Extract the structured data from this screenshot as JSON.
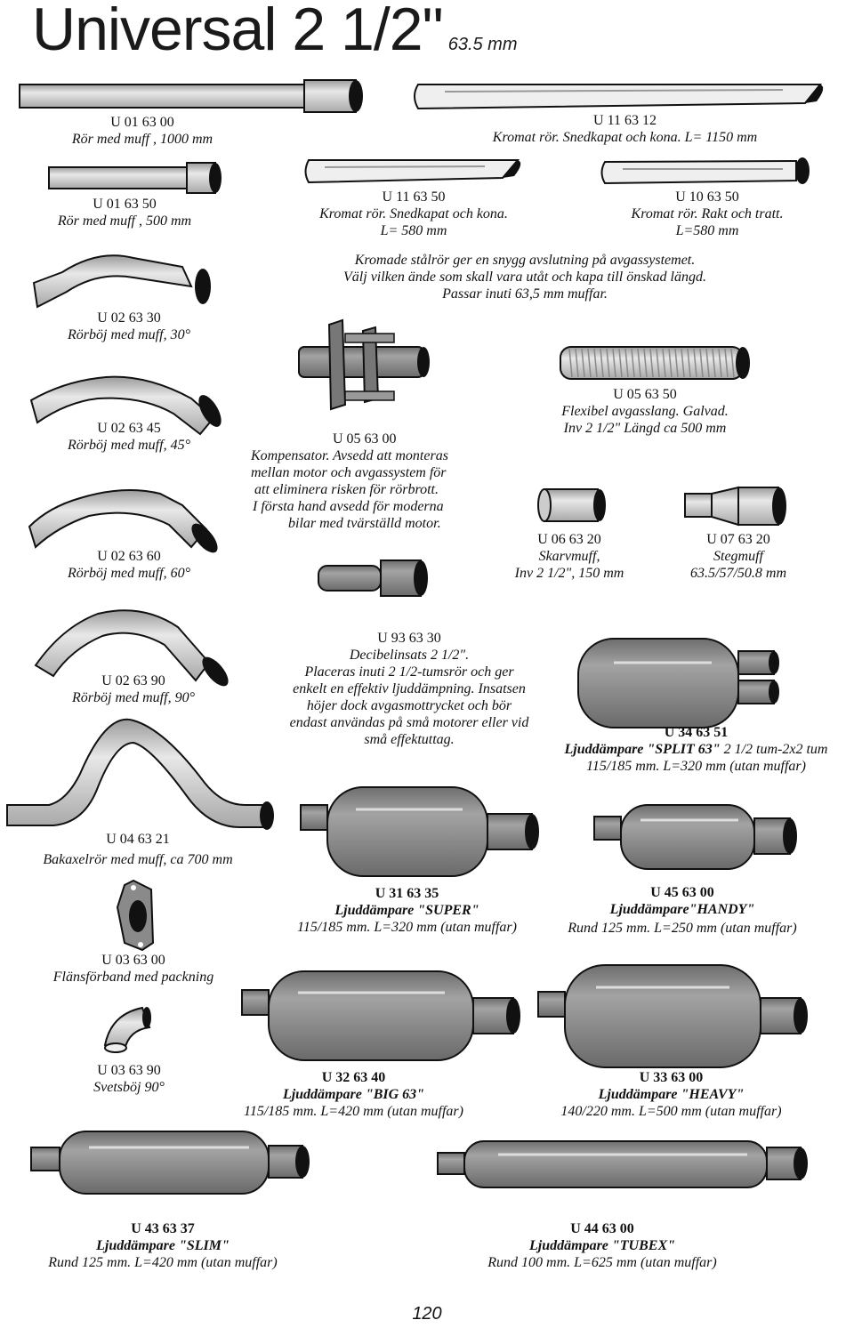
{
  "page": {
    "title": "Universal 2 1/2\"",
    "title_sub": "63.5 mm",
    "page_number": "120"
  },
  "products": {
    "u016300": {
      "code": "U 01 63 00",
      "name": "Rör med muff , 1000 mm"
    },
    "u116312": {
      "code": "U 11 63 12",
      "name": "Kromat rör. Snedkapat och kona.  L= 1150 mm"
    },
    "u016350": {
      "code": "U 01 63 50",
      "name": "Rör med muff , 500 mm"
    },
    "u116350": {
      "code": "U 11 63 50",
      "name": "Kromat rör. Snedkapat och kona.",
      "detail": "L= 580 mm"
    },
    "u106350": {
      "code": "U 10 63 50",
      "name": "Kromat rör. Rakt och tratt.",
      "detail": "L=580 mm"
    },
    "chrome_note": {
      "line1": "Kromade stålrör ger en snygg avslutning på avgassystemet.",
      "line2": "Välj vilken ände som skall vara utåt och kapa till önskad längd.",
      "line3": "Passar inuti 63,5 mm muffar."
    },
    "u026330": {
      "code": "U 02 63 30",
      "name": "Rörböj med muff, 30°"
    },
    "u026345": {
      "code": "U 02 63 45",
      "name": "Rörböj med muff, 45°"
    },
    "u056300": {
      "code": "U 05 63 00",
      "l1": "Kompensator. Avsedd att monteras",
      "l2": "mellan motor och avgassystem för",
      "l3": "att eliminera risken för rörbrott.",
      "l4": "I första hand avsedd för moderna",
      "l5": "bilar med tvärställd motor."
    },
    "u056350": {
      "code": "U 05 63 50",
      "name": "Flexibel avgasslang. Galvad.",
      "detail": "Inv 2 1/2\"  Längd ca 500 mm"
    },
    "u026360": {
      "code": "U 02 63 60",
      "name": "Rörböj med muff, 60°"
    },
    "u066320": {
      "code": "U 06 63 20",
      "name": "Skarvmuff,",
      "detail": "Inv 2 1/2\", 150 mm"
    },
    "u076320": {
      "code": "U 07 63 20",
      "name": "Stegmuff",
      "detail": "63.5/57/50.8 mm"
    },
    "u026390": {
      "code": "U 02 63 90",
      "name": "Rörböj med muff, 90°"
    },
    "u936330": {
      "code": "U 93 63 30",
      "l1": "Decibelinsats 2 1/2\".",
      "l2": "Placeras inuti 2 1/2-tumsrör och ger",
      "l3": "enkelt en effektiv ljuddämpning. Insatsen",
      "l4": "höjer dock avgasmottrycket och bör",
      "l5": "endast användas på små motorer eller vid",
      "l6": "små effektuttag."
    },
    "u346351": {
      "code": "U 34 63 51",
      "name": "Ljuddämpare \"SPLIT 63\"",
      "name_tail": " 2 1/2 tum-2x2 tum",
      "detail": "115/185 mm. L=320 mm (utan muffar)"
    },
    "u046321": {
      "code": "U 04 63 21",
      "name": "Bakaxelrör med muff, ca 700 mm"
    },
    "u316335": {
      "code": "U 31 63 35",
      "name": "Ljuddämpare \"SUPER\"",
      "detail": "115/185 mm. L=320 mm (utan muffar)"
    },
    "u456300": {
      "code": "U 45 63 00",
      "name": "Ljuddämpare\"HANDY\"",
      "detail": "Rund 125 mm. L=250 mm (utan muffar)"
    },
    "u036300": {
      "code": "U 03 63 00",
      "name": "Flänsförband med packning"
    },
    "u036390": {
      "code": "U 03 63 90",
      "name": "Svetsböj 90°"
    },
    "u326340": {
      "code": "U 32 63 40",
      "name": "Ljuddämpare \"BIG 63\"",
      "detail": "115/185 mm. L=420 mm (utan muffar)"
    },
    "u336300": {
      "code": "U 33 63 00",
      "name": "Ljuddämpare \"HEAVY\"",
      "detail": "140/220 mm. L=500 mm (utan muffar)"
    },
    "u436337": {
      "code": "U 43 63 37",
      "name": "Ljuddämpare \"SLIM\"",
      "detail": "Rund 125 mm. L=420 mm (utan muffar)"
    },
    "u446300": {
      "code": "U 44 63 00",
      "name": "Ljuddämpare \"TUBEX\"",
      "detail": "Rund 100 mm. L=625 mm (utan muffar)"
    }
  },
  "colors": {
    "pipe": "#cfcfcf",
    "muffler": "#8a8a8a",
    "outline": "#111111"
  }
}
